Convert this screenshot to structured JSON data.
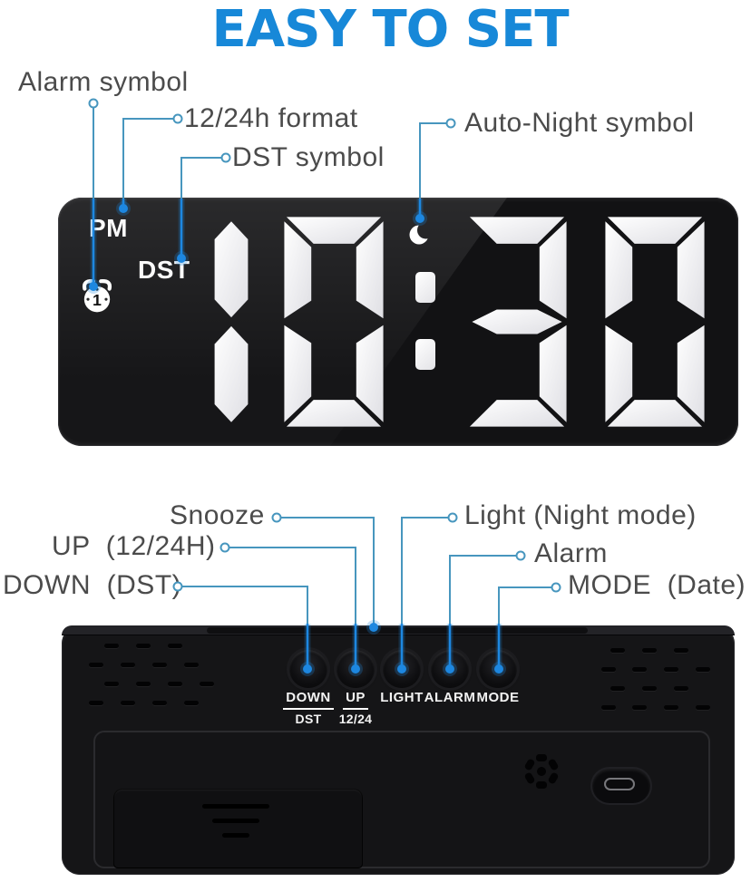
{
  "title": "EASY TO SET",
  "labels": {
    "alarm_symbol": "Alarm symbol",
    "format_12_24h": "12/24h format",
    "dst_symbol": "DST symbol",
    "auto_night": "Auto-Night symbol",
    "snooze": "Snooze",
    "up": "UP  (12/24H)",
    "down": "DOWN  (DST)",
    "light": "Light (Night mode)",
    "alarm": "Alarm",
    "mode": "MODE  (Date)"
  },
  "display": {
    "pm": "PM",
    "dst": "DST",
    "time": "10:30",
    "alarm_icon_number": "1"
  },
  "buttons": [
    {
      "label": "DOWN",
      "sub": "DST"
    },
    {
      "label": "UP",
      "sub": "12/24"
    },
    {
      "label": "LIGHT",
      "sub": ""
    },
    {
      "label": "ALARM",
      "sub": ""
    },
    {
      "label": "MODE",
      "sub": ""
    }
  ],
  "colors": {
    "accent_blue": "#1788d8",
    "leader_line": "#4796be",
    "leader_dot": "#1d87e0",
    "digit_color": "#ffffff",
    "body_black": "#141416"
  }
}
